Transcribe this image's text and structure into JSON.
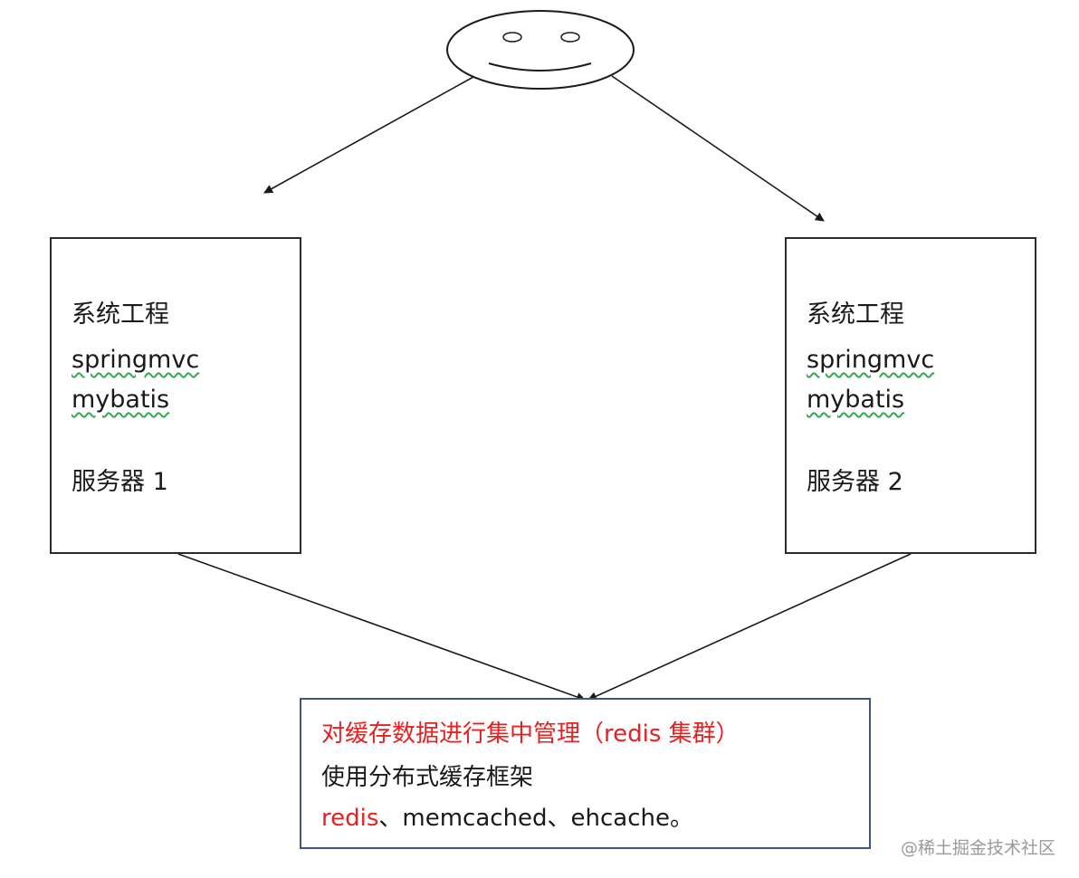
{
  "server1": {
    "line1": "系统工程",
    "line2": "springmvc",
    "line3": "mybatis",
    "line4": "服务器 1"
  },
  "server2": {
    "line1": "系统工程",
    "line2": "springmvc",
    "line3": "mybatis",
    "line4": "服务器 2"
  },
  "cache": {
    "line1": "对缓存数据进行集中管理（redis 集群）",
    "line2": "使用分布式缓存框架",
    "line3_highlight": "redis",
    "line3_rest": "、memcached、ehcache。"
  },
  "watermark": "@稀土掘金技术社区",
  "colors": {
    "highlight": "#e8201f",
    "stroke": "#1a1a1a",
    "cache_border": "#3d5580",
    "spellcheck": "#34a853"
  },
  "icons": {
    "user": "smiley-face-icon"
  }
}
